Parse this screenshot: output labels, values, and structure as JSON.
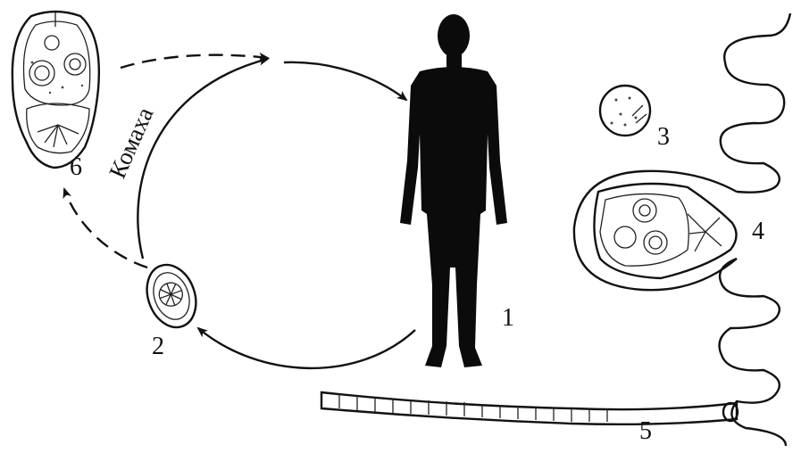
{
  "labels": {
    "human": "1",
    "egg_free": "2",
    "larva_free": "3",
    "cysticercoid": "4",
    "adult_worm": "5",
    "cysticercoid_in_insect": "6"
  },
  "insect_label": "Комаха",
  "colors": {
    "ink": "#111111",
    "background": "#ffffff",
    "speckle": "#555555"
  }
}
